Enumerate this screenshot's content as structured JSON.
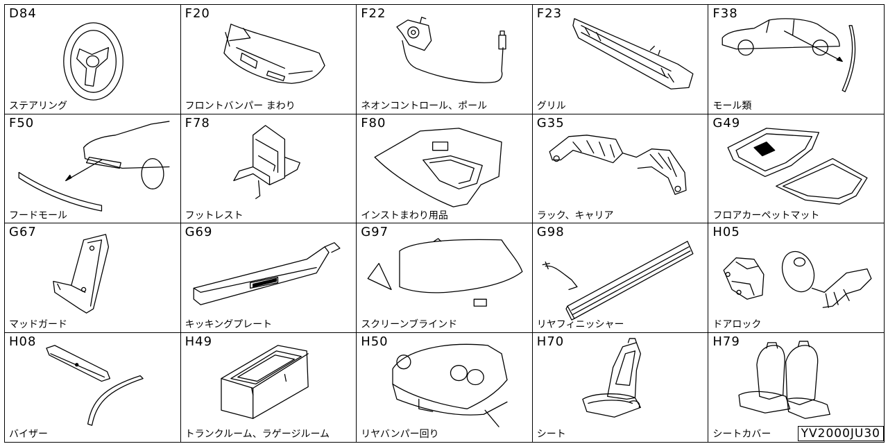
{
  "sheet_ref": "YV2000JU30",
  "cells": [
    {
      "code": "D84",
      "label": "ステアリング",
      "icon": "steering-wheel"
    },
    {
      "code": "F20",
      "label": "フロントバンパー まわり",
      "icon": "front-bumper"
    },
    {
      "code": "F22",
      "label": "ネオンコントロール、ポール",
      "icon": "neon-control-pole"
    },
    {
      "code": "F23",
      "label": "グリル",
      "icon": "grille"
    },
    {
      "code": "F38",
      "label": "モール類",
      "icon": "molding"
    },
    {
      "code": "F50",
      "label": "フードモール",
      "icon": "hood-molding"
    },
    {
      "code": "F78",
      "label": "フットレスト",
      "icon": "footrest"
    },
    {
      "code": "F80",
      "label": "インストまわり用品",
      "icon": "instrument-accessories"
    },
    {
      "code": "G35",
      "label": "ラック、キャリア",
      "icon": "rack-carrier"
    },
    {
      "code": "G49",
      "label": "フロアカーペットマット",
      "icon": "floor-mat"
    },
    {
      "code": "G67",
      "label": "マッドガード",
      "icon": "mudguard"
    },
    {
      "code": "G69",
      "label": "キッキングプレート",
      "icon": "kicking-plate"
    },
    {
      "code": "G97",
      "label": "スクリーンブラインド",
      "icon": "screen-blind"
    },
    {
      "code": "G98",
      "label": "リヤフィニッシャー",
      "icon": "rear-finisher"
    },
    {
      "code": "H05",
      "label": "ドアロック",
      "icon": "door-lock"
    },
    {
      "code": "H08",
      "label": "バイザー",
      "icon": "visor"
    },
    {
      "code": "H49",
      "label": "トランクルーム、ラゲージルーム",
      "icon": "trunk-luggage"
    },
    {
      "code": "H50",
      "label": "リヤバンパー回り",
      "icon": "rear-bumper"
    },
    {
      "code": "H70",
      "label": "シート",
      "icon": "seat"
    },
    {
      "code": "H79",
      "label": "シートカバー",
      "icon": "seat-cover"
    }
  ]
}
